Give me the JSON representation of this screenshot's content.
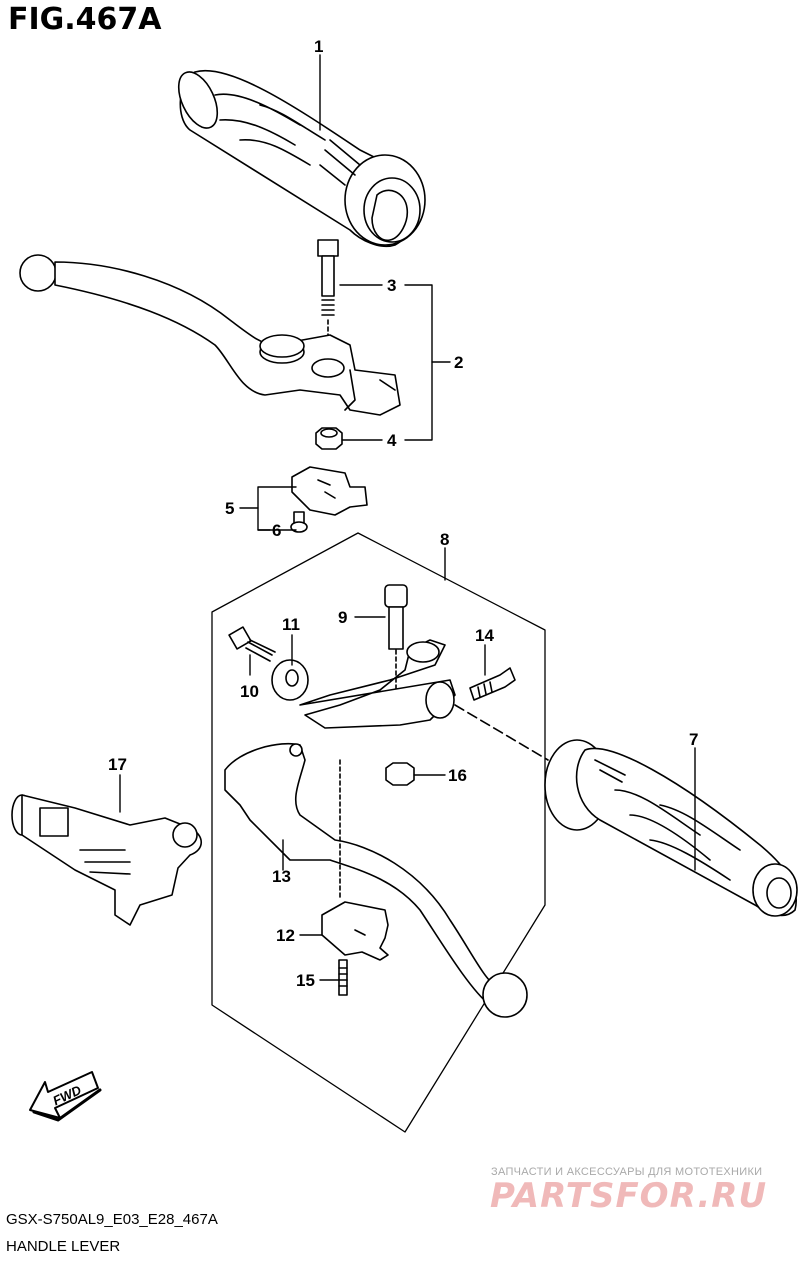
{
  "figure": {
    "title": "FIG.467A"
  },
  "callouts": {
    "c1": "1",
    "c2": "2",
    "c3": "3",
    "c4": "4",
    "c5": "5",
    "c6": "6",
    "c7": "7",
    "c8": "8",
    "c9": "9",
    "c10": "10",
    "c11": "11",
    "c12": "12",
    "c13": "13",
    "c14": "14",
    "c15": "15",
    "c16": "16",
    "c17": "17"
  },
  "direction_marker": "FWD",
  "footer": {
    "model_code": "GSX-S750AL9_E03_E28_467A",
    "section_name": "HANDLE LEVER"
  },
  "watermark": {
    "tagline": "ЗАПЧАСТИ И АКСЕССУАРЫ ДЛЯ МОТОТЕХНИКИ",
    "logo": "PARTSFOR.RU"
  }
}
